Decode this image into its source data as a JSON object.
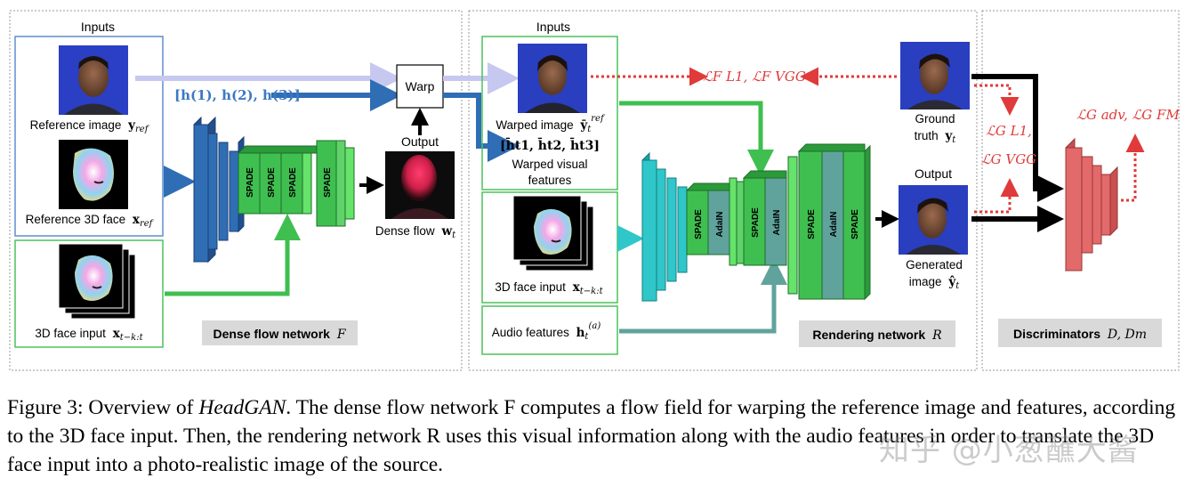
{
  "panels": {
    "dense": {
      "inputs_title": "Inputs",
      "ref_image_label": "Reference image",
      "ref_image_sym": "y",
      "ref_image_sub": "ref",
      "ref_face_label": "Reference 3D face",
      "ref_face_sym": "x",
      "ref_face_sub": "ref",
      "face_input_label": "3D face input",
      "face_input_sym": "x",
      "face_input_sub": "t−k:t",
      "features_label": "[h(1), h(2), h(3)]",
      "warp_label": "Warp",
      "output_label": "Output",
      "dense_flow_label": "Dense flow",
      "dense_flow_sym": "w",
      "dense_flow_sub": "t",
      "network_name": "Dense flow network",
      "network_sym": "F",
      "spade_labels": [
        "SPADE",
        "SPADE",
        "SPADE",
        "SPADE"
      ]
    },
    "rendering": {
      "inputs_title": "Inputs",
      "warped_image_label": "Warped image",
      "warped_image_sym": "ȳ",
      "warped_image_sub": "t",
      "warped_image_sup": "ref",
      "warped_feat_math": "[h̄t1, h̄t2, h̄t3]",
      "warped_feat_line1": "Warped visual",
      "warped_feat_line2": "features",
      "face_input_label": "3D face input",
      "face_input_sym": "x",
      "face_input_sub": "t−k:t",
      "audio_label": "Audio features",
      "audio_sym": "h",
      "audio_sub": "t",
      "audio_sup": "(a)",
      "loss_top": "ℒF L1, ℒF VGG",
      "ground_truth_line1": "Ground",
      "ground_truth_line2": "truth",
      "ground_truth_sym": "y",
      "ground_truth_sub": "t",
      "output_label": "Output",
      "generated_line1": "Generated",
      "generated_line2": "image",
      "generated_sym": "ŷ",
      "generated_sub": "t",
      "network_name": "Rendering network",
      "network_sym": "R",
      "block_labels": [
        "SPADE",
        "AdaIN",
        "SPADE",
        "AdaIN",
        "SPADE",
        "AdaIN",
        "SPADE"
      ]
    },
    "discriminator": {
      "loss_g_line1": "ℒG L1,",
      "loss_g_line2": "ℒG VGG",
      "loss_adv": "ℒG adv, ℒG FM",
      "network_name": "Discriminators",
      "network_sym": "D, Dm"
    }
  },
  "caption": {
    "prefix": "Figure 3: Overview of ",
    "name": "HeadGAN",
    "body": ". The dense flow network F computes a flow field for warping the reference image and features, according to the 3D face input. Then, the rendering network R uses this visual information along with the audio features in order to translate the 3D face input into a photo-realistic image of the source."
  },
  "watermark": "知乎 @小葱蘸大酱",
  "colors": {
    "blue_dark": "#2f6db5",
    "blue_light": "#c7c8f0",
    "green": "#3fbf50",
    "green_light": "#66e36a",
    "teal": "#2fc7c9",
    "teal_gray": "#5fa39c",
    "red": "#e03a3a",
    "disc_red": "#e26a6a"
  }
}
